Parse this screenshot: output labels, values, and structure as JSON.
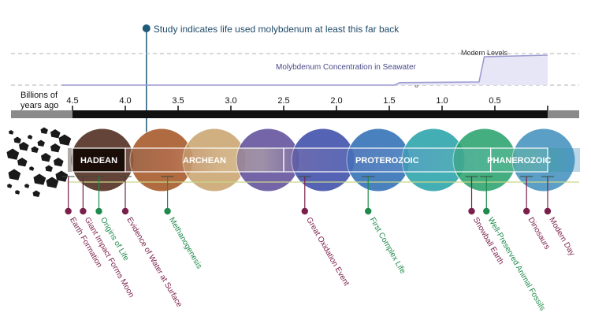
{
  "study": {
    "text": "Study indicates life used molybdenum at least this far back",
    "age": 3.8
  },
  "molybdenum": {
    "title": "Molybdenum Concentration in Seawater",
    "modern_label": "Modern Levels",
    "zero_label": "0",
    "curve": [
      {
        "age": 4.6,
        "level": 0.0
      },
      {
        "age": 1.45,
        "level": 0.0
      },
      {
        "age": 1.4,
        "level": 0.08
      },
      {
        "age": 0.65,
        "level": 0.1
      },
      {
        "age": 0.6,
        "level": 0.9
      },
      {
        "age": 0.0,
        "level": 0.95
      }
    ],
    "line_color": "#9a9ad0"
  },
  "axis": {
    "label_line1": "Billions of",
    "label_line2": "years ago",
    "ticks": [
      {
        "age": 4.5,
        "label": "4.5"
      },
      {
        "age": 4.0,
        "label": "4.0"
      },
      {
        "age": 3.5,
        "label": "3.5"
      },
      {
        "age": 3.0,
        "label": "3.0"
      },
      {
        "age": 2.5,
        "label": "2.5"
      },
      {
        "age": 2.0,
        "label": "2.0"
      },
      {
        "age": 1.5,
        "label": "1.5"
      },
      {
        "age": 1.0,
        "label": "1.0"
      },
      {
        "age": 0.5,
        "label": "0.5"
      },
      {
        "age": 0.0,
        "label": ""
      }
    ]
  },
  "eons": [
    {
      "name": "HADEAN",
      "start": 4.5,
      "end": 4.0
    },
    {
      "name": "ARCHEAN",
      "start": 4.0,
      "end": 2.5
    },
    {
      "name": "PROTEROZOIC",
      "start": 2.5,
      "end": 0.54
    },
    {
      "name": "PHANEROZOIC",
      "start": 0.54,
      "end": 0.0
    }
  ],
  "events": [
    {
      "label": "Earth Formation",
      "age": 4.54,
      "color": "#7a1f4a"
    },
    {
      "label": "Giant Impact Forms Moon",
      "age": 4.4,
      "color": "#7a1f4a"
    },
    {
      "label": "Origins of Life",
      "age": 4.25,
      "color": "#1f8a4c"
    },
    {
      "label": "Evidence of Water at Surface",
      "age": 4.0,
      "color": "#7a1f4a"
    },
    {
      "label": "Methanogenesis",
      "age": 3.6,
      "color": "#1f8a4c"
    },
    {
      "label": "Great Oxidation Event",
      "age": 2.3,
      "color": "#7a1f4a"
    },
    {
      "label": "First Complex Life",
      "age": 1.7,
      "color": "#1f8a4c"
    },
    {
      "label": "Snowball Earth",
      "age": 0.72,
      "color": "#7a1f4a"
    },
    {
      "label": "Well-Preserved Animal Fossils",
      "age": 0.58,
      "color": "#1f8a4c"
    },
    {
      "label": "Dinosaurs",
      "age": 0.2,
      "color": "#7a1f4a"
    },
    {
      "label": "Modern Day",
      "age": 0.0,
      "color": "#7a1f4a"
    }
  ],
  "colors": {
    "study_line": "#1f5a78",
    "axis_bar": "#111111",
    "event_line": "#c9d68a",
    "bracket": "#3a6a40"
  }
}
